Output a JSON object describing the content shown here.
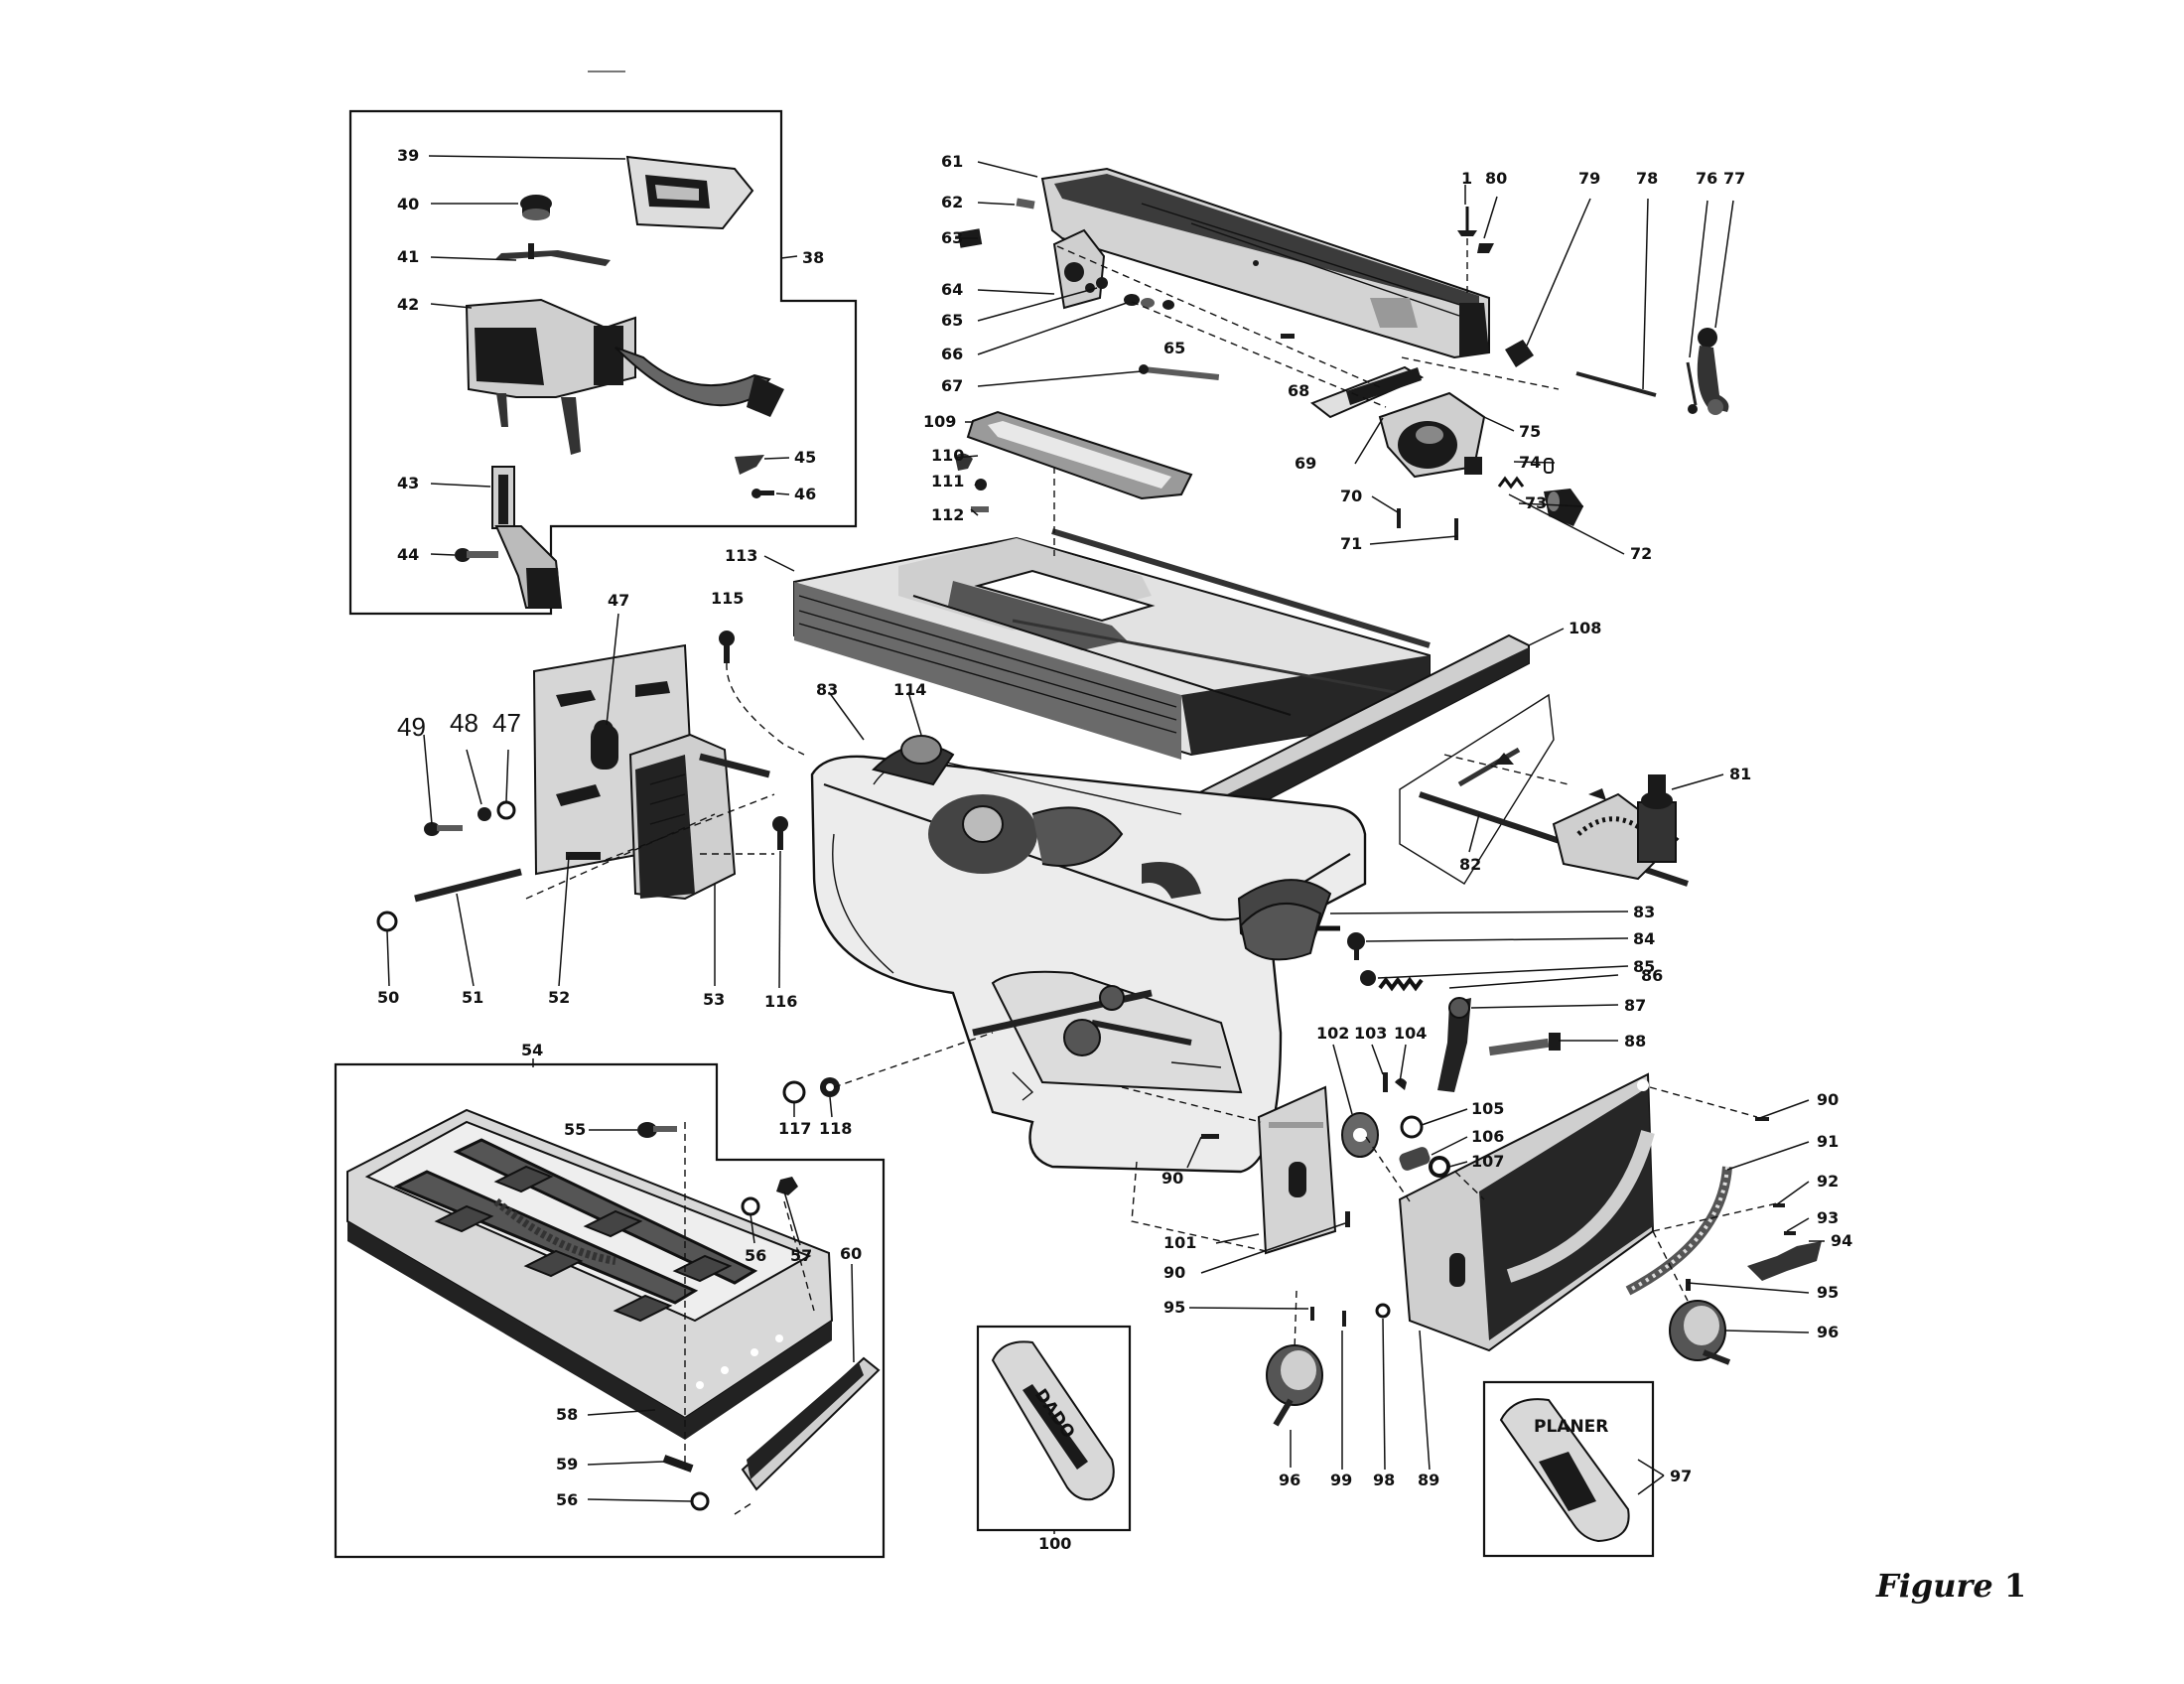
{
  "caption": {
    "word": "Figure",
    "number": "1"
  },
  "plates": {
    "dado": "DADO",
    "planer": "PLANER"
  },
  "callouts": [
    {
      "id": "c39",
      "text": "39"
    },
    {
      "id": "c40",
      "text": "40"
    },
    {
      "id": "c41",
      "text": "41"
    },
    {
      "id": "c42",
      "text": "42"
    },
    {
      "id": "c43",
      "text": "43"
    },
    {
      "id": "c44",
      "text": "44"
    },
    {
      "id": "c45",
      "text": "45"
    },
    {
      "id": "c46",
      "text": "46"
    },
    {
      "id": "c38",
      "text": "38"
    },
    {
      "id": "c61",
      "text": "61"
    },
    {
      "id": "c62",
      "text": "62"
    },
    {
      "id": "c63",
      "text": "63"
    },
    {
      "id": "c64",
      "text": "64"
    },
    {
      "id": "c65a",
      "text": "65"
    },
    {
      "id": "c66",
      "text": "66"
    },
    {
      "id": "c65b",
      "text": "65"
    },
    {
      "id": "c67",
      "text": "67"
    },
    {
      "id": "c68",
      "text": "68"
    },
    {
      "id": "c69",
      "text": "69"
    },
    {
      "id": "c1",
      "text": "1"
    },
    {
      "id": "c80",
      "text": "80"
    },
    {
      "id": "c79",
      "text": "79"
    },
    {
      "id": "c78",
      "text": "78"
    },
    {
      "id": "c76",
      "text": "76"
    },
    {
      "id": "c77",
      "text": "77"
    },
    {
      "id": "c75",
      "text": "75"
    },
    {
      "id": "c74",
      "text": "74"
    },
    {
      "id": "c73",
      "text": "73"
    },
    {
      "id": "c72",
      "text": "72"
    },
    {
      "id": "c70",
      "text": "70"
    },
    {
      "id": "c71",
      "text": "71"
    },
    {
      "id": "c109",
      "text": "109"
    },
    {
      "id": "c110",
      "text": "110"
    },
    {
      "id": "c111",
      "text": "111"
    },
    {
      "id": "c112",
      "text": "112"
    },
    {
      "id": "c113",
      "text": "113"
    },
    {
      "id": "c115",
      "text": "115"
    },
    {
      "id": "c108",
      "text": "108"
    },
    {
      "id": "c47a",
      "text": "47"
    },
    {
      "id": "c49",
      "text": "49"
    },
    {
      "id": "c48",
      "text": "48"
    },
    {
      "id": "c47b",
      "text": "47"
    },
    {
      "id": "c83a",
      "text": "83"
    },
    {
      "id": "c114",
      "text": "114"
    },
    {
      "id": "c81",
      "text": "81"
    },
    {
      "id": "c82",
      "text": "82"
    },
    {
      "id": "c83b",
      "text": "83"
    },
    {
      "id": "c84",
      "text": "84"
    },
    {
      "id": "c85",
      "text": "85"
    },
    {
      "id": "c86",
      "text": "86"
    },
    {
      "id": "c87",
      "text": "87"
    },
    {
      "id": "c88",
      "text": "88"
    },
    {
      "id": "c50",
      "text": "50"
    },
    {
      "id": "c51",
      "text": "51"
    },
    {
      "id": "c52",
      "text": "52"
    },
    {
      "id": "c53",
      "text": "53"
    },
    {
      "id": "c116",
      "text": "116"
    },
    {
      "id": "c54",
      "text": "54"
    },
    {
      "id": "c55",
      "text": "55"
    },
    {
      "id": "c56a",
      "text": "56"
    },
    {
      "id": "c57",
      "text": "57"
    },
    {
      "id": "c60",
      "text": "60"
    },
    {
      "id": "c58",
      "text": "58"
    },
    {
      "id": "c59",
      "text": "59"
    },
    {
      "id": "c56b",
      "text": "56"
    },
    {
      "id": "c117",
      "text": "117"
    },
    {
      "id": "c118",
      "text": "118"
    },
    {
      "id": "c102",
      "text": "102"
    },
    {
      "id": "c103",
      "text": "103"
    },
    {
      "id": "c104",
      "text": "104"
    },
    {
      "id": "c105",
      "text": "105"
    },
    {
      "id": "c106",
      "text": "106"
    },
    {
      "id": "c107",
      "text": "107"
    },
    {
      "id": "c90a",
      "text": "90"
    },
    {
      "id": "c101",
      "text": "101"
    },
    {
      "id": "c90b",
      "text": "90"
    },
    {
      "id": "c95a",
      "text": "95"
    },
    {
      "id": "c96a",
      "text": "96"
    },
    {
      "id": "c99",
      "text": "99"
    },
    {
      "id": "c98",
      "text": "98"
    },
    {
      "id": "c89",
      "text": "89"
    },
    {
      "id": "c100",
      "text": "100"
    },
    {
      "id": "c90c",
      "text": "90"
    },
    {
      "id": "c91",
      "text": "91"
    },
    {
      "id": "c92",
      "text": "92"
    },
    {
      "id": "c93",
      "text": "93"
    },
    {
      "id": "c94",
      "text": "94"
    },
    {
      "id": "c95b",
      "text": "95"
    },
    {
      "id": "c96b",
      "text": "96"
    },
    {
      "id": "c97",
      "text": "97"
    }
  ]
}
